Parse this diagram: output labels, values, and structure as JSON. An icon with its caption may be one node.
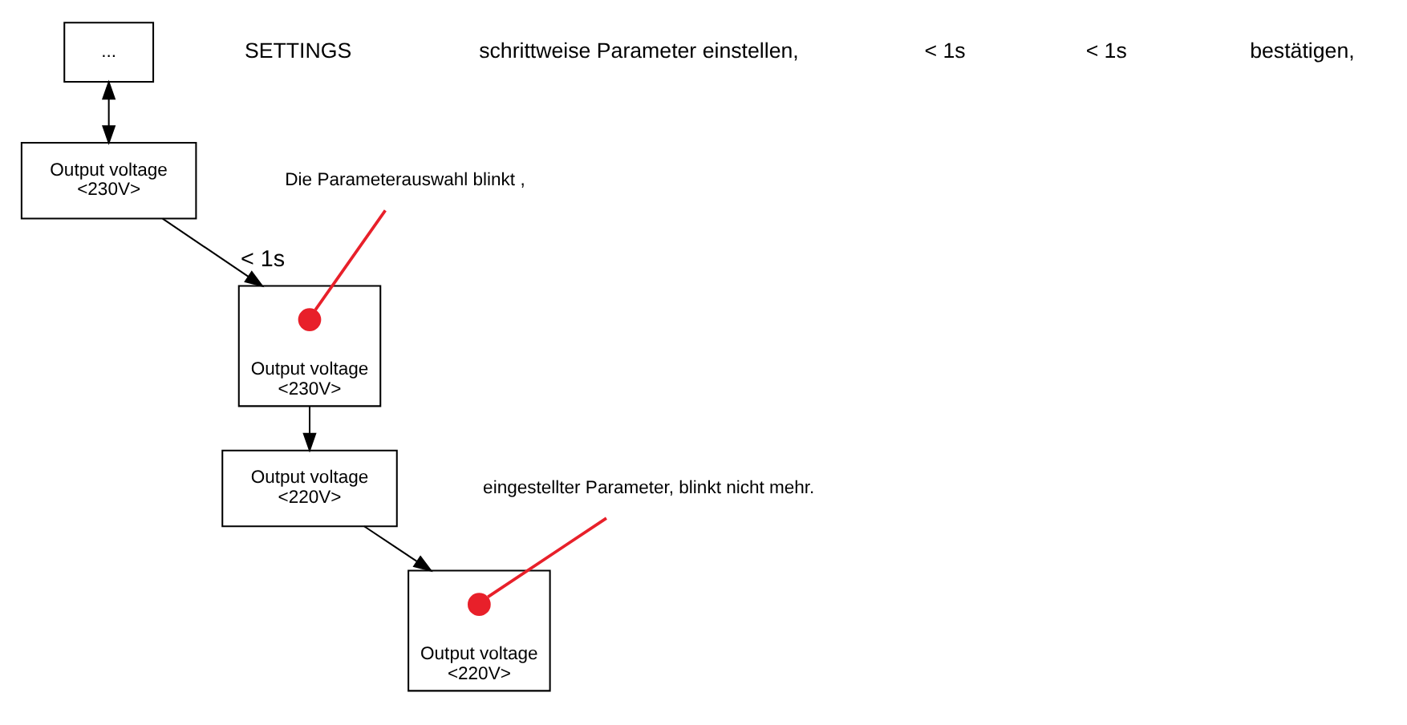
{
  "diagram": {
    "nodes": [
      {
        "text": [
          "..."
        ]
      },
      {
        "text": [
          "Output voltage",
          "<230V>"
        ]
      },
      {
        "text": [
          "Output voltage",
          "<230V>"
        ]
      },
      {
        "text": [],
        "shape": "circle",
        "in": 2
      },
      {
        "text": [
          "Die Parameterauswahl blinkt ,"
        ]
      },
      {
        "text": [
          "Output voltage",
          "<220V>"
        ]
      },
      {
        "text": [
          "Output voltage",
          "<220V>"
        ]
      },
      {
        "text": [],
        "shape": "circle",
        "in": 6
      },
      {
        "text": [
          "eingestellter Parameter, blinkt nicht mehr."
        ]
      }
    ],
    "edges": [
      {
        "from": 0,
        "to": 1,
        "arrow": "both"
      },
      {
        "from": 1,
        "to": 2,
        "arrow": "to",
        "label": "< 1s"
      },
      {
        "from": 2,
        "to": 5,
        "arrow": "to"
      },
      {
        "from": 5,
        "to": 6,
        "arrow": "to"
      },
      {
        "from": 4,
        "to": 3,
        "arrow": "none",
        "color": "#e8202a"
      },
      {
        "from": 8,
        "to": 7,
        "arrow": "none",
        "color": "#e8202a"
      }
    ],
    "labels": [
      "SETTINGS",
      "schrittweise Parameter einstellen,",
      "< 1s",
      "< 1s",
      "bestätigen,"
    ]
  }
}
